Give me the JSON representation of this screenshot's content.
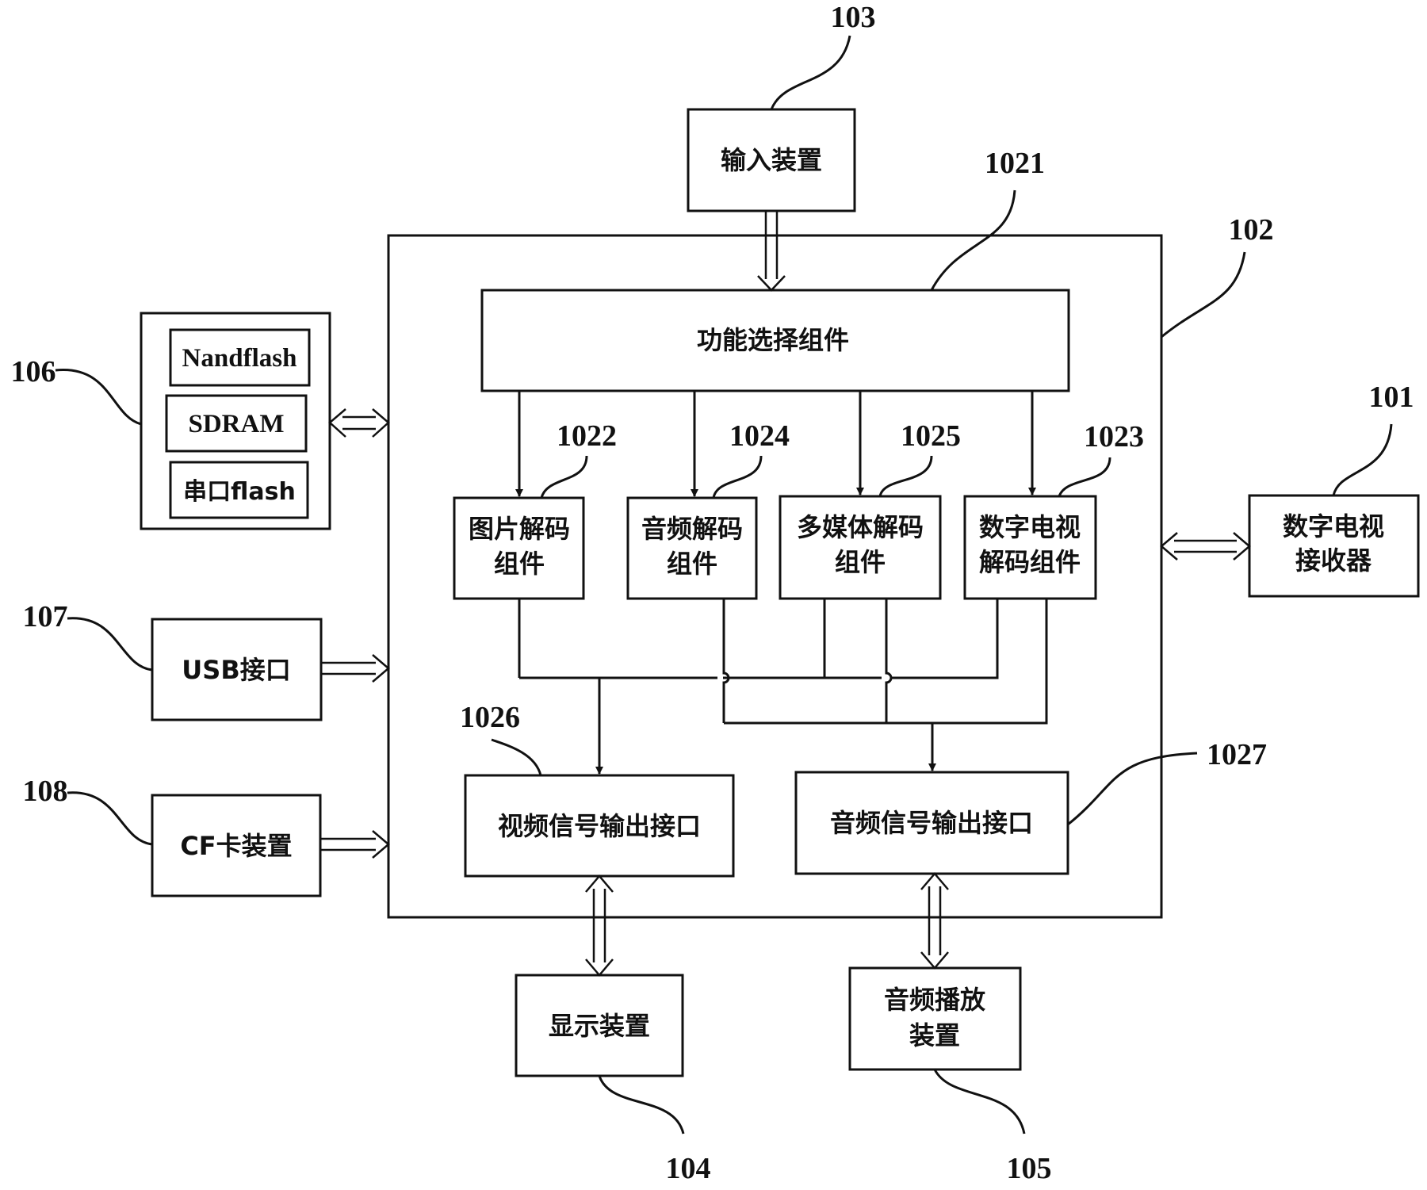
{
  "refs": {
    "r103": "103",
    "r1021": "1021",
    "r102": "102",
    "r106": "106",
    "r101": "101",
    "r1022": "1022",
    "r1024": "1024",
    "r1025": "1025",
    "r1023": "1023",
    "r107": "107",
    "r108": "108",
    "r1026": "1026",
    "r1027": "1027",
    "r104": "104",
    "r105": "105"
  },
  "boxes": {
    "input_device": "输入装置",
    "function_select": "功能选择组件",
    "nandflash": "Nandflash",
    "sdram": "SDRAM",
    "serial_flash": "串口flash",
    "image_decode": [
      "图片解码",
      "组件"
    ],
    "audio_decode": [
      "音频解码",
      "组件"
    ],
    "multimedia_decode": [
      "多媒体解码",
      "组件"
    ],
    "dtv_decode": [
      "数字电视",
      "解码组件"
    ],
    "dtv_receiver": [
      "数字电视",
      "接收器"
    ],
    "usb": "USB接口",
    "cf_card": "CF卡装置",
    "video_out": "视频信号输出接口",
    "audio_out": "音频信号输出接口",
    "display": "显示装置",
    "audio_player": [
      "音频播放",
      "装置"
    ]
  }
}
